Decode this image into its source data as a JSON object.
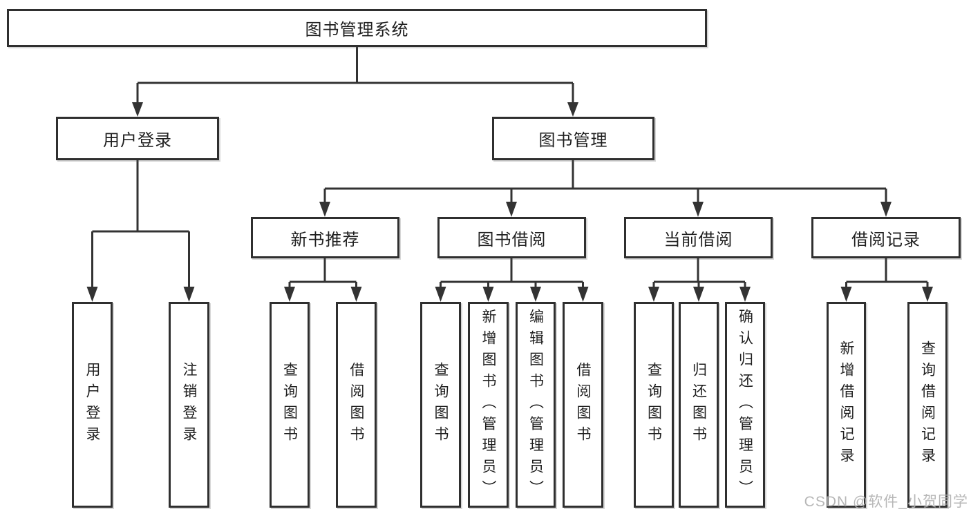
{
  "diagram": {
    "root": "图书管理系统",
    "branches": {
      "user_login": "用户登录",
      "book_mgmt": "图书管理"
    },
    "modules": {
      "new_book_rec": "新书推荐",
      "book_borrow": "图书借阅",
      "current_borrow": "当前借阅",
      "borrow_records": "借阅记录"
    },
    "leaves": {
      "user_login_login": "用户登录",
      "user_login_logout": "注销登录",
      "nbr_query_books": "查询图书",
      "nbr_borrow_books": "借阅图书",
      "bb_query_books": "查询图书",
      "bb_add_books_admin": "新增图书（管理员）",
      "bb_edit_books_admin": "编辑图书（管理员）",
      "bb_borrow_books": "借阅图书",
      "cb_query_books": "查询图书",
      "cb_return_books": "归还图书",
      "cb_confirm_return_admin": "确认归还（管理员）",
      "br_add_record": "新增借阅记录",
      "br_query_record": "查询借阅记录"
    }
  },
  "watermark": "CSDN @软件_小贺同学",
  "colors": {
    "line": "#333333",
    "box_border": "#2f2f2f",
    "text": "#1f1f1f",
    "watermark": "#afafaf",
    "background": "#ffffff"
  }
}
